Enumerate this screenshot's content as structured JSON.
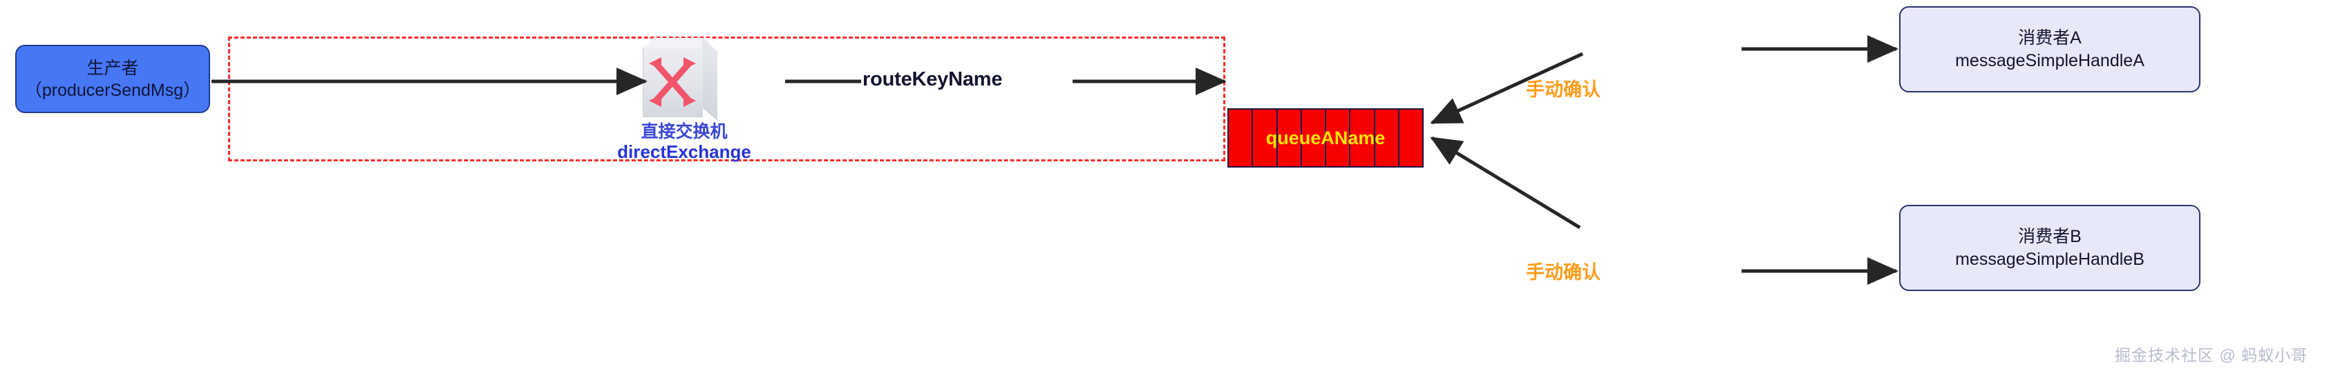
{
  "diagram": {
    "title": "RabbitMQ direct exchange manual-ack flow",
    "colors": {
      "producer_fill": "#4777f5",
      "producer_border": "#1f3a93",
      "broker_dashed_border": "#fb2a2a",
      "exchange_text": "#2633d8",
      "exchange_icon": "#f0556b",
      "queue_fill": "#f90000",
      "queue_border": "#1c1a47",
      "queue_text": "#ffe400",
      "ack_text": "#ff9c1a",
      "consumer_fill": "#e7e9fb",
      "consumer_border": "#2c3270",
      "connector": "#262626",
      "watermark": "#b9bccd"
    },
    "producer": {
      "line1": "生产者",
      "line2": "（producerSendMsg）"
    },
    "exchange": {
      "icon": "shuffle-crossing-arrows-icon",
      "label_cn": "直接交换机",
      "label_en": "directExchange"
    },
    "routing": {
      "route_key": "routeKeyName"
    },
    "queue": {
      "name": "queueAName",
      "cell_count": 8
    },
    "acks": [
      {
        "label": "手动确认"
      },
      {
        "label": "手动确认"
      }
    ],
    "consumers": [
      {
        "line1": "消费者A",
        "line2": "messageSimpleHandleA"
      },
      {
        "line1": "消费者B",
        "line2": "messageSimpleHandleB"
      }
    ],
    "watermark": "掘金技术社区 @ 蚂蚁小哥"
  }
}
